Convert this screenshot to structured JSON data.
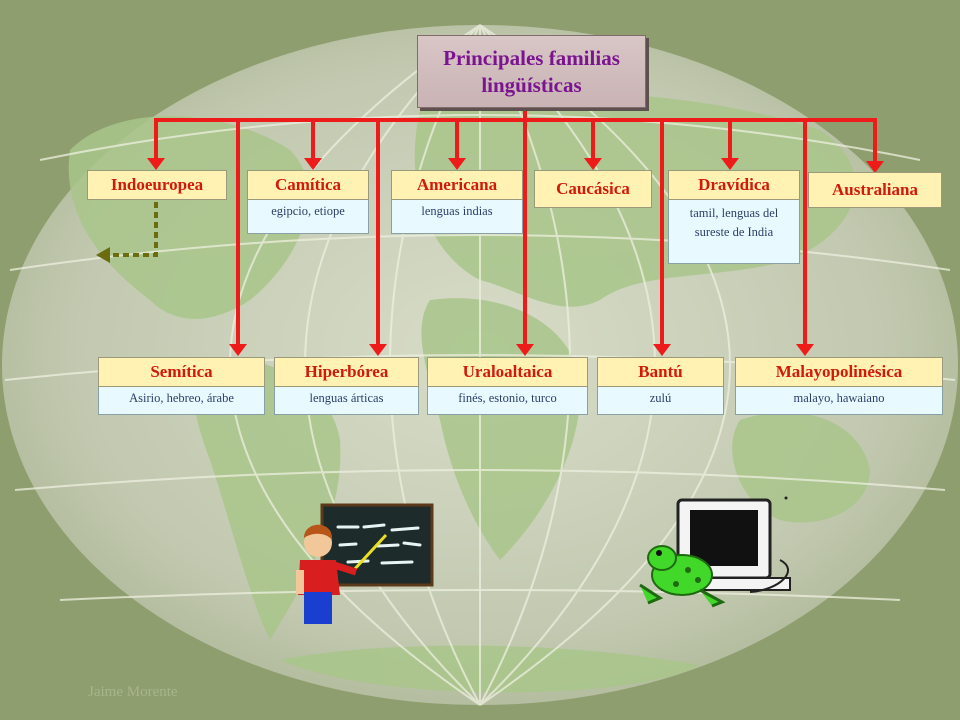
{
  "title": {
    "line1": "Principales familias",
    "line2": "lingüísticas"
  },
  "families": {
    "indoeuropea": {
      "name": "Indoeuropea"
    },
    "camitica": {
      "name": "Camítica",
      "examples": "egipcio, etiope"
    },
    "americana": {
      "name": "Americana",
      "examples": "lenguas indias"
    },
    "caucasica": {
      "name": "Caucásica"
    },
    "dravidica": {
      "name": "Dravídica",
      "examples": "tamil, lenguas del sureste de India"
    },
    "australiana": {
      "name": "Australiana"
    },
    "semitica": {
      "name": "Semítica",
      "examples": "Asirio, hebreo, árabe"
    },
    "hiperborea": {
      "name": "Hiperbórea",
      "examples": "lenguas árticas"
    },
    "uraloaltaica": {
      "name": "Uraloaltaica",
      "examples": "finés, estonio, turco"
    },
    "bantu": {
      "name": "Bantú",
      "examples": "zulú"
    },
    "malayopolinesica": {
      "name": "Malayopolinésica",
      "examples": "malayo, hawaiano"
    }
  },
  "colors": {
    "connector": "#ee1b1b",
    "dotted_arrow": "#6b6b10",
    "title_text": "#7a1490",
    "family_text": "#d11a0a"
  },
  "illustrations": [
    "teacher-at-blackboard-icon",
    "frog-at-computer-icon"
  ],
  "footer": {
    "author": "Jaime Morente"
  }
}
